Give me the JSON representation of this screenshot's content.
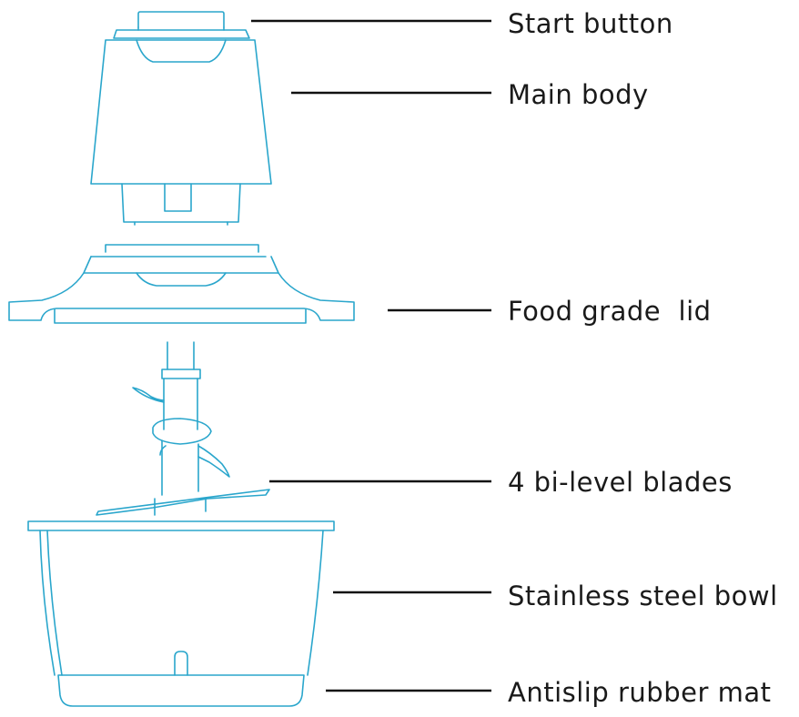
{
  "colors": {
    "outline": "#2aa6cc",
    "leader_line": "#111111",
    "label_text": "#1a1a1a",
    "background": "#ffffff"
  },
  "labels": [
    {
      "id": "start-button",
      "text": "Start button"
    },
    {
      "id": "main-body",
      "text": "Main body"
    },
    {
      "id": "lid",
      "text": "Food grade  lid"
    },
    {
      "id": "blades",
      "text": "4 bi-level blades"
    },
    {
      "id": "bowl",
      "text": "Stainless steel bowl"
    },
    {
      "id": "mat",
      "text": "Antislip rubber mat"
    }
  ]
}
